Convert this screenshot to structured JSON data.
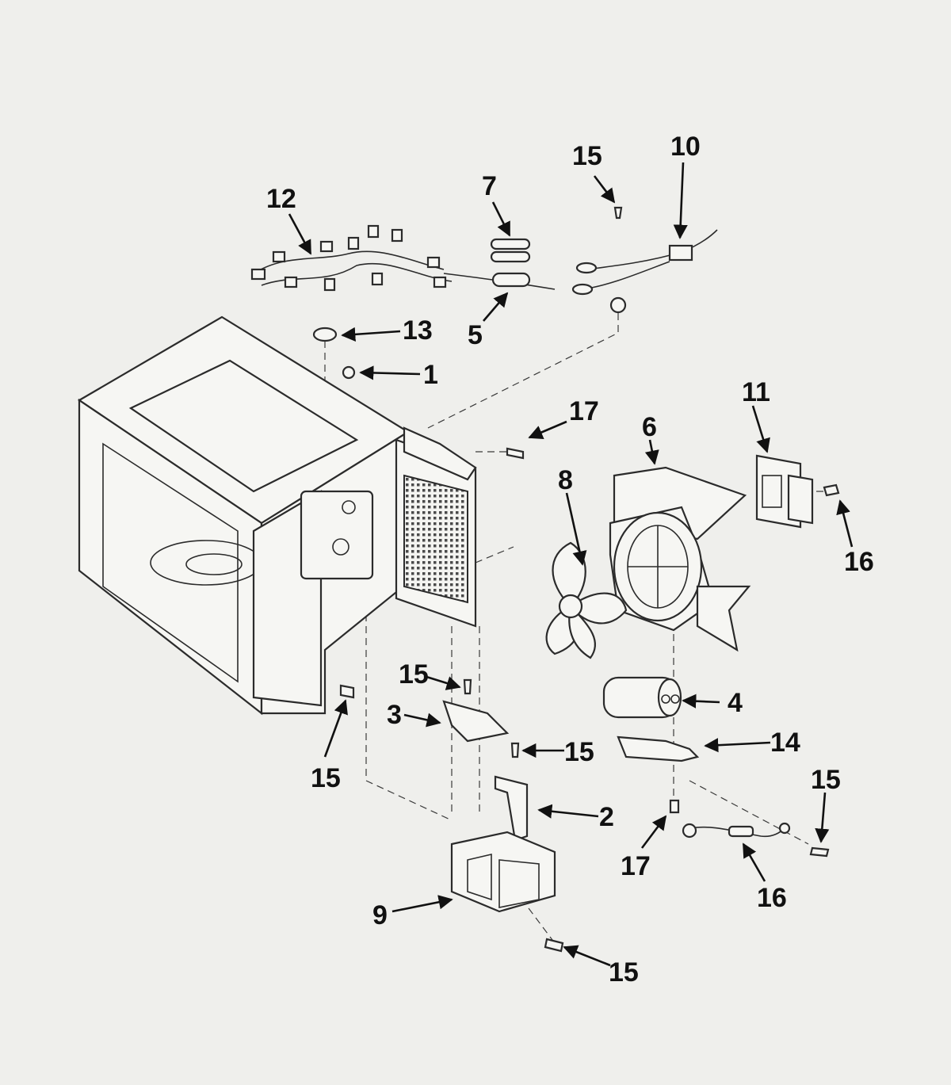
{
  "diagram": {
    "callouts": [
      {
        "id": "c12a",
        "text": "12"
      },
      {
        "id": "c7",
        "text": "7"
      },
      {
        "id": "c15a",
        "text": "15"
      },
      {
        "id": "c10",
        "text": "10"
      },
      {
        "id": "c13",
        "text": "13"
      },
      {
        "id": "c5",
        "text": "5"
      },
      {
        "id": "c1",
        "text": "1"
      },
      {
        "id": "c17a",
        "text": "17"
      },
      {
        "id": "c11",
        "text": "11"
      },
      {
        "id": "c6",
        "text": "6"
      },
      {
        "id": "c8",
        "text": "8"
      },
      {
        "id": "c16a",
        "text": "16"
      },
      {
        "id": "c15b",
        "text": "15"
      },
      {
        "id": "c4",
        "text": "4"
      },
      {
        "id": "c3",
        "text": "3"
      },
      {
        "id": "c15c",
        "text": "15"
      },
      {
        "id": "c14",
        "text": "14"
      },
      {
        "id": "c15d",
        "text": "15"
      },
      {
        "id": "c15e",
        "text": "15"
      },
      {
        "id": "c2",
        "text": "2"
      },
      {
        "id": "c17b",
        "text": "17"
      },
      {
        "id": "c16b",
        "text": "16"
      },
      {
        "id": "c9",
        "text": "9"
      },
      {
        "id": "c15f",
        "text": "15"
      }
    ]
  }
}
